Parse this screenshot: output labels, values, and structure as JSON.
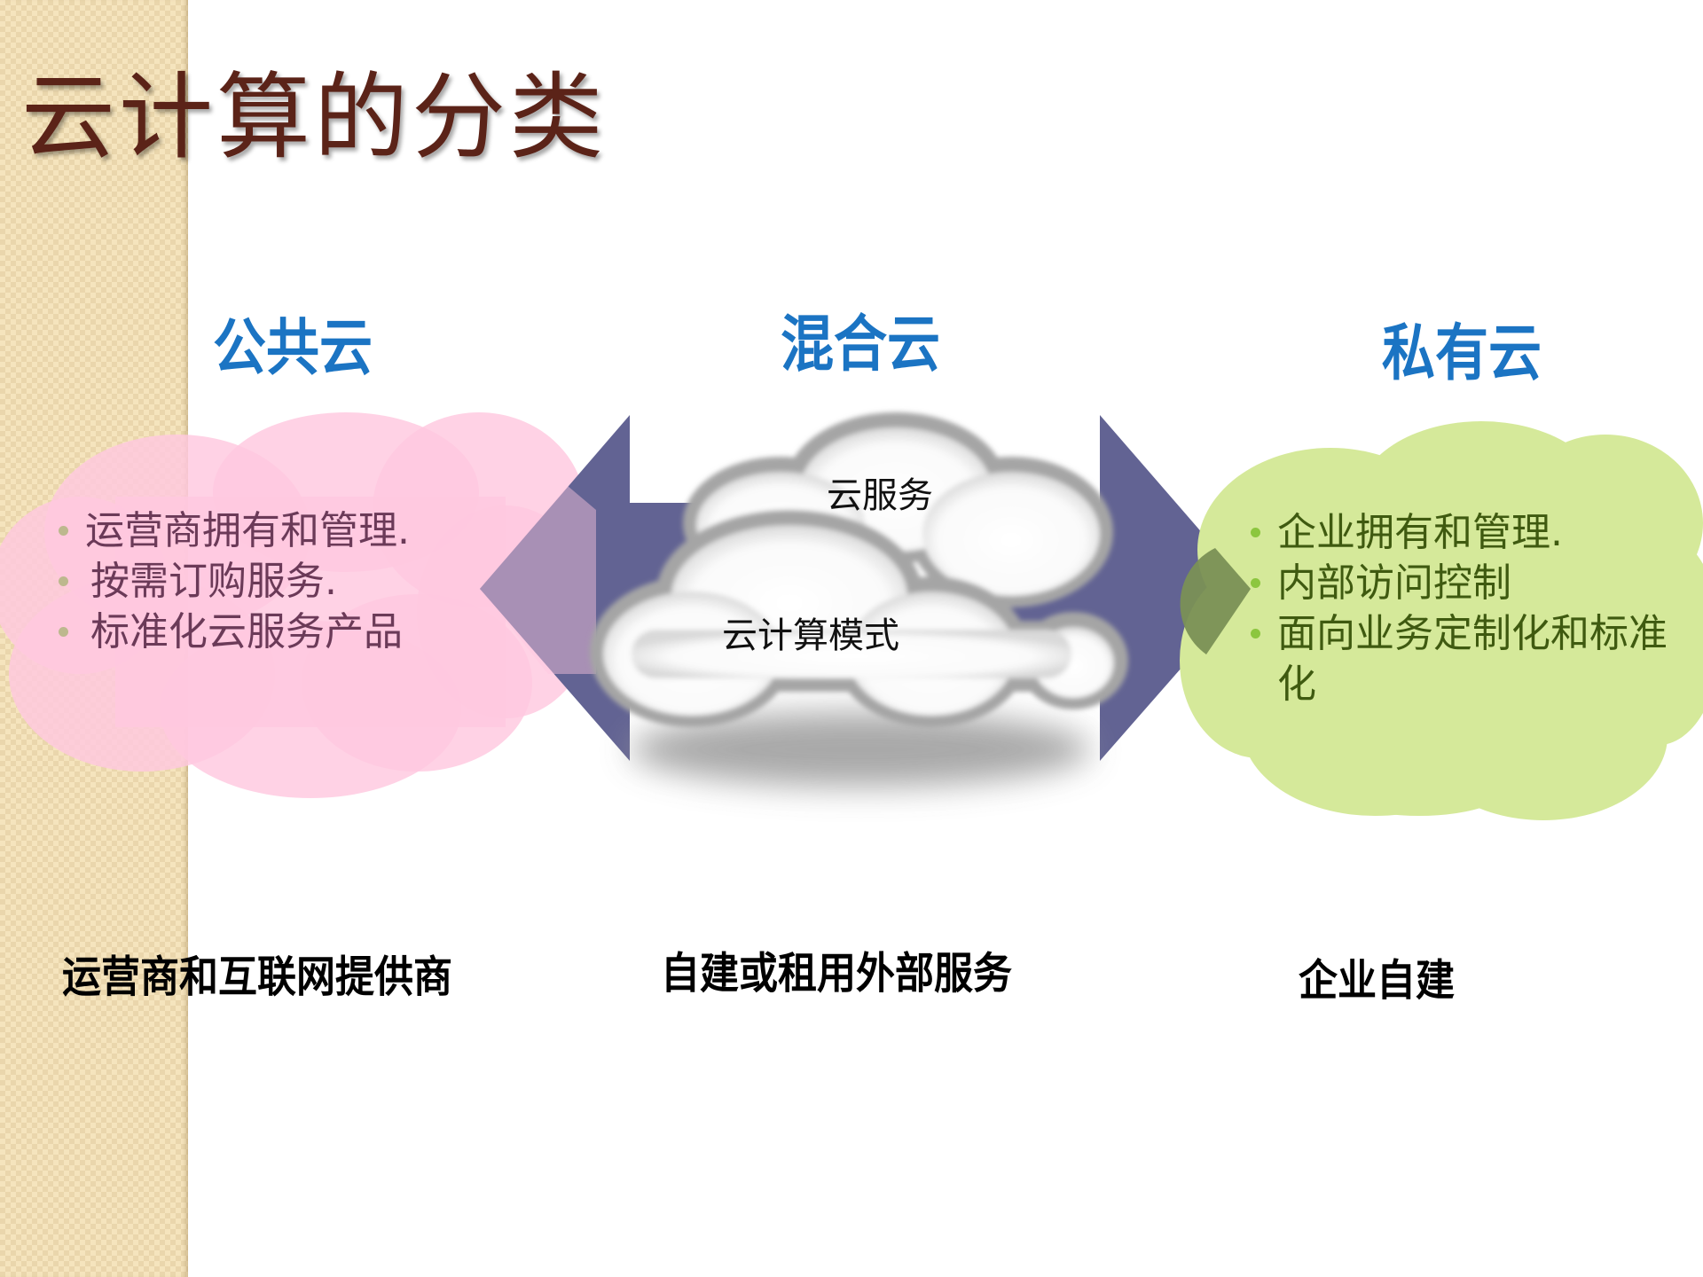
{
  "slide": {
    "title": "云计算的分类",
    "colors": {
      "title": "#5b2318",
      "heading": "#1b74c3",
      "sidebar": "#f5e4bd",
      "public_cloud_fill": "#ffd3e6",
      "private_cloud_fill": "#d5e99a",
      "arrow_fill": "#626393",
      "public_text": "#6b3a58",
      "private_text": "#3f5a10"
    }
  },
  "columns": {
    "public": {
      "heading": "公共云",
      "bullets": [
        "运营商拥有和管理.",
        "按需订购服务.",
        "标准化云服务产品"
      ],
      "bottom_label": "运营商和互联网提供商"
    },
    "hybrid": {
      "heading": "混合云",
      "cloud_top_label": "云服务",
      "cloud_bottom_label": "云计算模式",
      "bottom_label": "自建或租用外部服务"
    },
    "private": {
      "heading": "私有云",
      "bullets": [
        "企业拥有和管理.",
        "内部访问控制",
        "面向业务定制化和标准化"
      ],
      "bottom_label": "企业自建"
    }
  },
  "icons": {
    "public_cloud": "cloud-shape",
    "private_cloud": "cloud-shape",
    "hybrid_cloud": "cloud-graphic",
    "left_arrow": "arrow-left",
    "right_arrow": "arrow-right",
    "bullet": "dot"
  }
}
